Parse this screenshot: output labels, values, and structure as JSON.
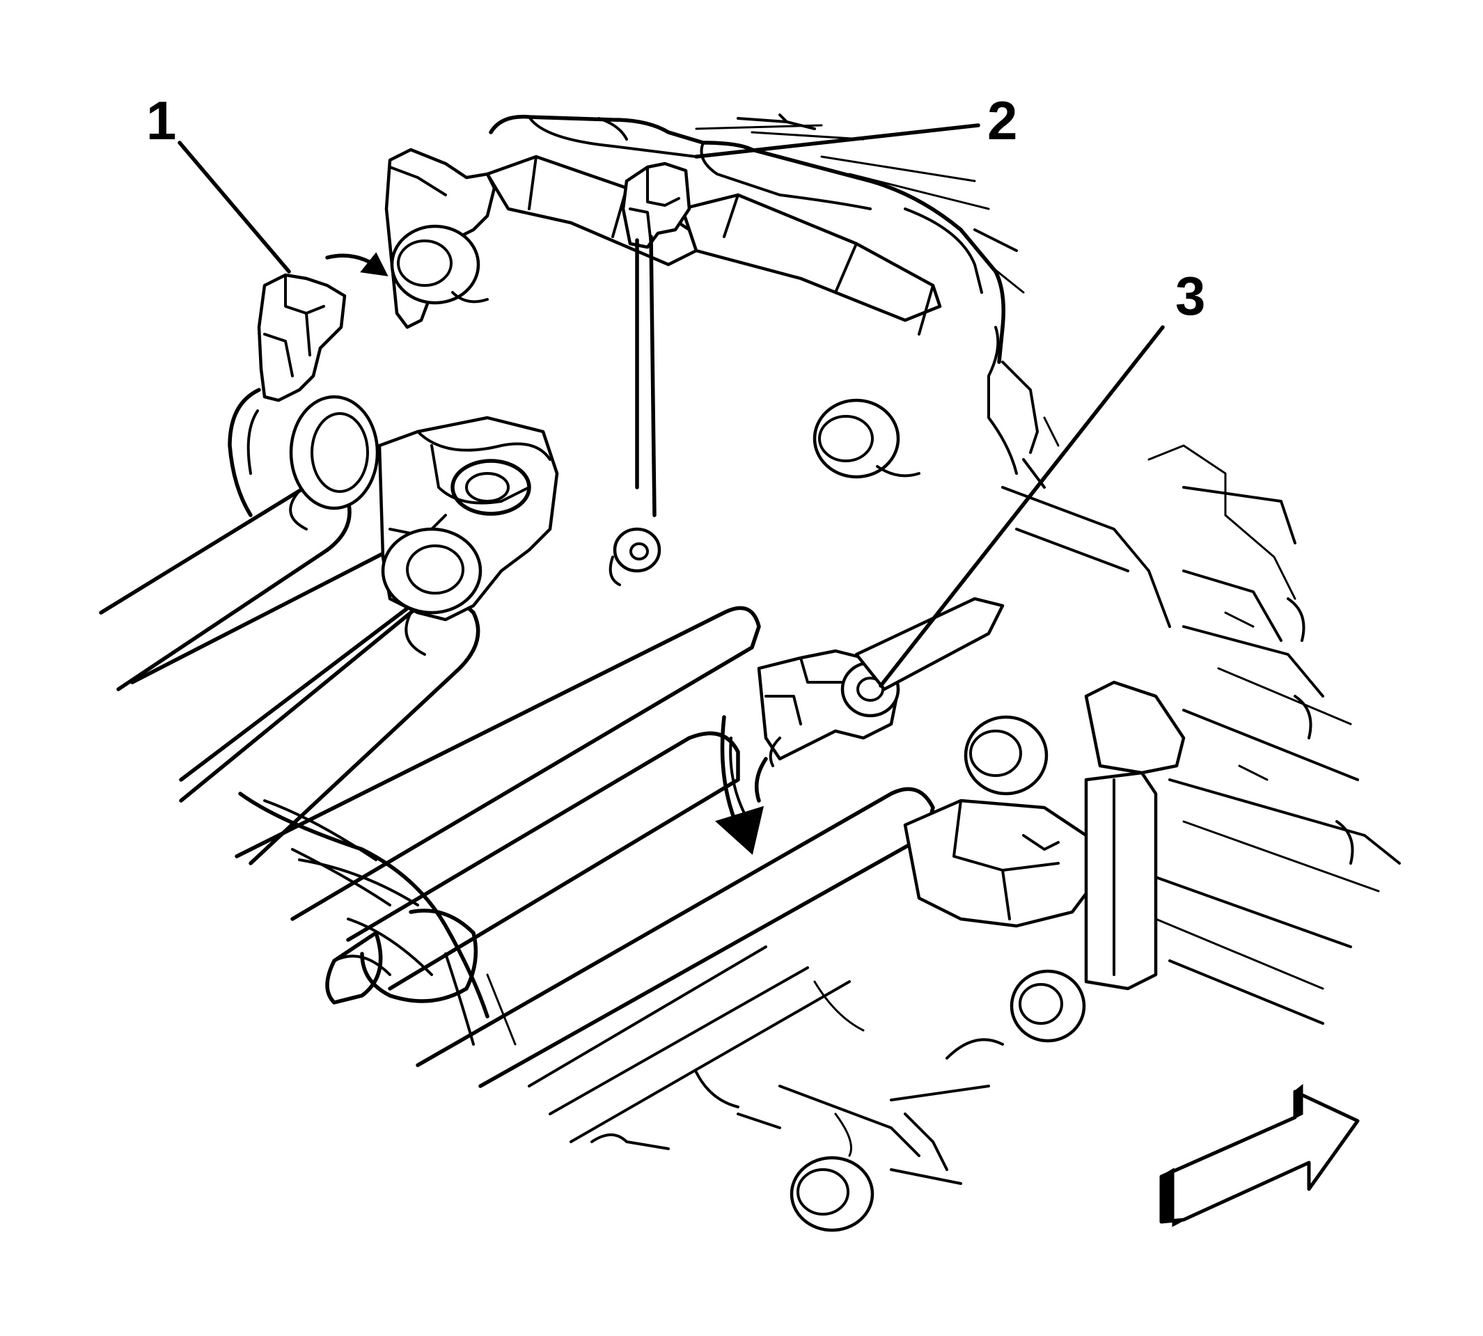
{
  "callouts": [
    {
      "label": "1"
    },
    {
      "label": "2"
    },
    {
      "label": "3"
    }
  ],
  "icons": [
    "direction-arrow-icon",
    "rotation-arrow-icon",
    "push-down-arrow-icon"
  ]
}
